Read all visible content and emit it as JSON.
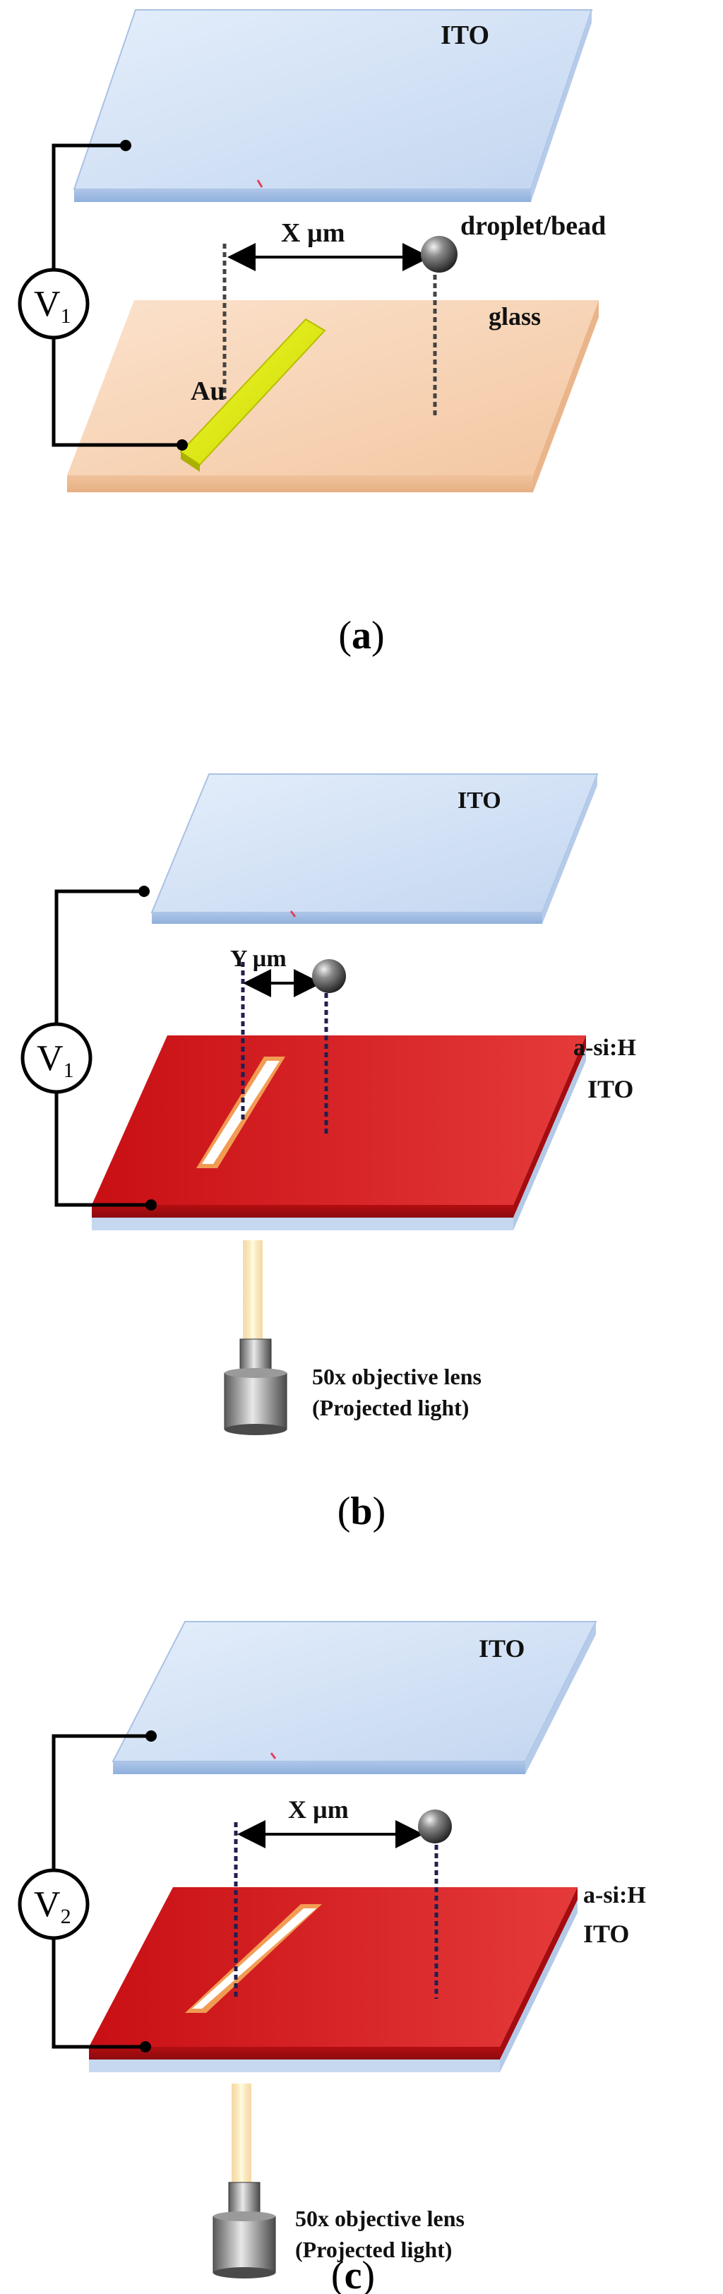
{
  "panels": [
    {
      "id": "a",
      "caption_letter": "a",
      "top_label": "ITO",
      "distance_label": "X µm",
      "particle_label": "droplet/bead",
      "bottom_label": "glass",
      "electrode_label": "Au",
      "voltage_label": "V",
      "voltage_sub": "1"
    },
    {
      "id": "b",
      "caption_letter": "b",
      "top_label": "ITO",
      "distance_label": "Y µm",
      "layer_label_1": "a-si:H",
      "layer_label_2": "ITO",
      "voltage_label": "V",
      "voltage_sub": "1",
      "lens_label_1": "50x objective  lens",
      "lens_label_2": "(Projected light)"
    },
    {
      "id": "c",
      "caption_letter": "c",
      "top_label": "ITO",
      "distance_label": "X µm",
      "layer_label_1": "a-si:H",
      "layer_label_2": "ITO",
      "voltage_label": "V",
      "voltage_sub": "2",
      "lens_label_1": "50x objective  lens",
      "lens_label_2": "(Projected light)"
    }
  ],
  "colors": {
    "ito_fill": "#cfe0f5",
    "ito_edge": "#9fbadf",
    "glass_fill": "#f7d2b2",
    "gold": "#e8f000",
    "asi_red": "#d8181c",
    "wire": "#000000"
  }
}
